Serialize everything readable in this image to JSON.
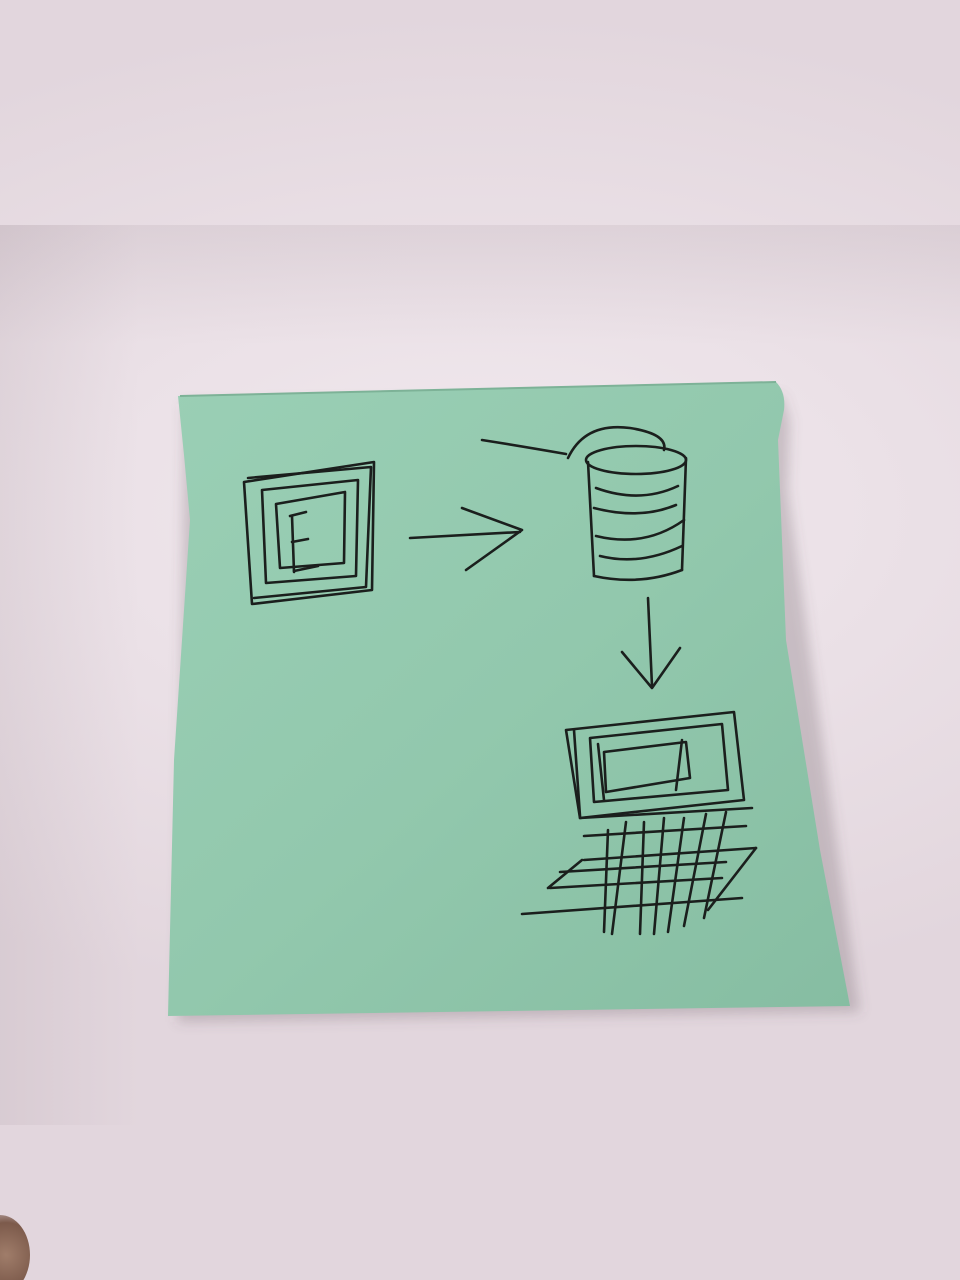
{
  "photo": {
    "surface_color": "#ece3e8",
    "note_color": "#93c9ae",
    "ink_color": "#1b1f1d"
  },
  "diagram": {
    "nodes": [
      {
        "id": "file",
        "icon": "document-e-icon",
        "label": "E"
      },
      {
        "id": "database",
        "icon": "database-icon",
        "label": ""
      },
      {
        "id": "laptop",
        "icon": "laptop-icon",
        "label": ""
      }
    ],
    "edges": [
      {
        "from": "file",
        "to": "database",
        "direction": "right"
      },
      {
        "from": "database",
        "to": "laptop",
        "direction": "down"
      }
    ]
  }
}
